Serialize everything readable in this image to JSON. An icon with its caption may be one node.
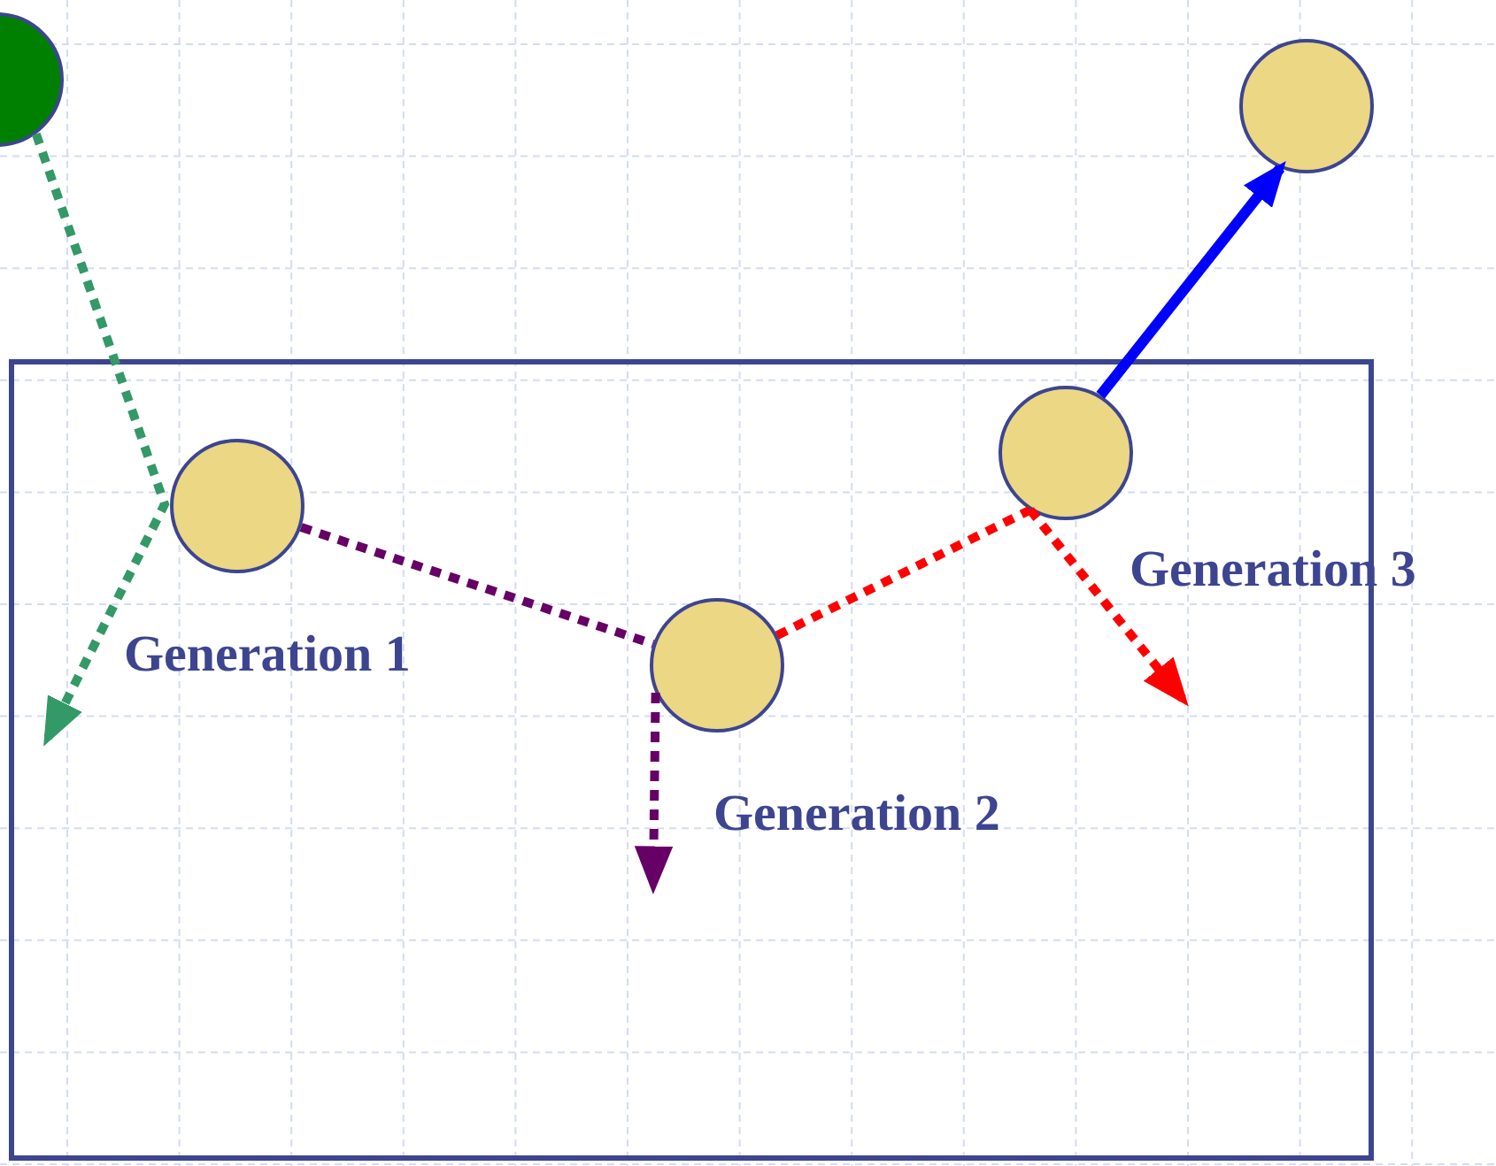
{
  "diagram": {
    "nodes": [
      {
        "text": [],
        "shape": "box"
      },
      {
        "text": [],
        "shape": "circle"
      },
      {
        "text": [],
        "shape": "circle",
        "in": 0,
        "beside": [
          "Generation 1"
        ]
      },
      {
        "text": [],
        "shape": "circle",
        "in": 0,
        "beside": [
          "Generation 2"
        ]
      },
      {
        "text": [],
        "shape": "circle",
        "in": 0,
        "beside": [
          "Generation 3"
        ]
      },
      {
        "text": [],
        "shape": "circle"
      }
    ],
    "edges": [
      {
        "from": 1,
        "to": 0,
        "arrow": "to",
        "style": "dashed",
        "color": "#339966"
      },
      {
        "from": 2,
        "to": 3,
        "arrow": "none",
        "style": "dashed",
        "color": "#660066"
      },
      {
        "from": 3,
        "to": null,
        "arrow": "to",
        "style": "dashed",
        "color": "#660066"
      },
      {
        "from": 3,
        "to": 4,
        "arrow": "none",
        "style": "dashed",
        "color": "#ff0000"
      },
      {
        "from": 4,
        "to": null,
        "arrow": "to",
        "style": "dashed",
        "color": "#ff0000"
      },
      {
        "from": 4,
        "to": 5,
        "arrow": "to",
        "color": "#0000ff"
      }
    ]
  }
}
